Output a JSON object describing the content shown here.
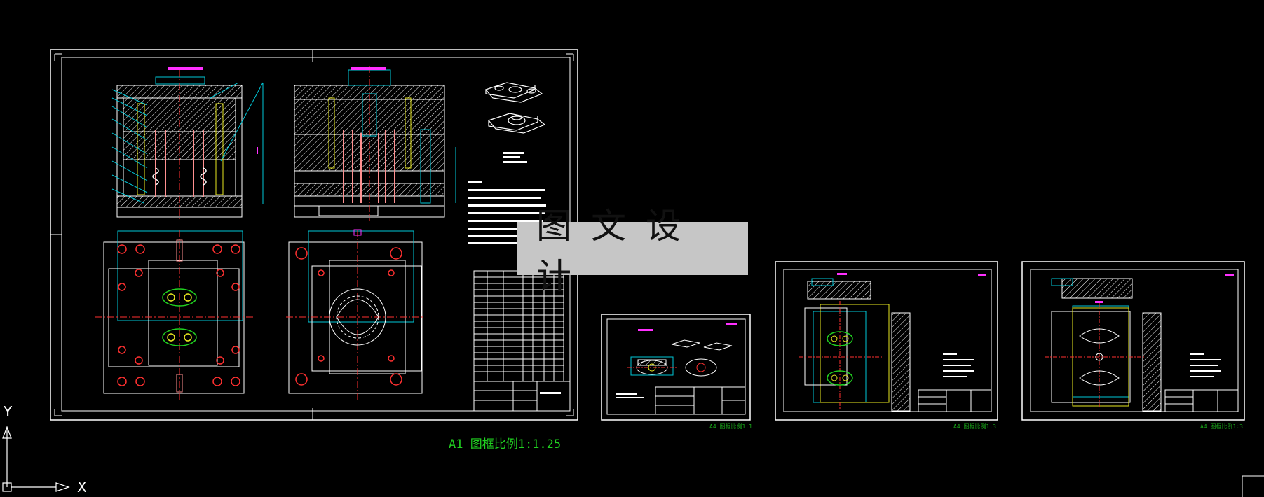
{
  "canvas": {
    "background": "#000000",
    "line_color": "#ffffff",
    "accent_colors": {
      "cyan": "#00c8d8",
      "red": "#ff3030",
      "magenta": "#ff30ff",
      "green": "#20d020",
      "yellow": "#e8e820",
      "pink": "#ff9090"
    }
  },
  "sheets": {
    "a1": {
      "caption": "A1 图框比例1:1.25"
    },
    "a4_1": {
      "caption": "A4 图框比例1:1"
    },
    "a4_2": {
      "caption": "A4 图框比例1:3"
    },
    "a4_3": {
      "caption": "A4 图框比例1:3"
    }
  },
  "watermark": {
    "text": "图文设计"
  },
  "ucs": {
    "x_label": "X",
    "y_label": "Y"
  }
}
